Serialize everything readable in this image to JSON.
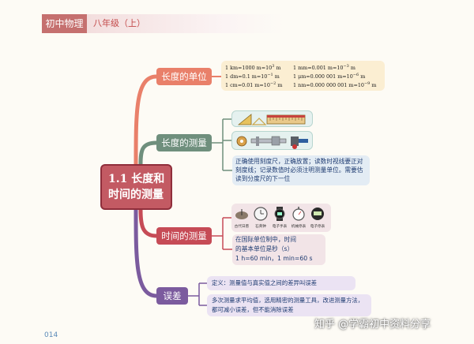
{
  "header": {
    "subject": "初中物理",
    "grade": "八年级（上）"
  },
  "center": {
    "line1": "1.1  长度和",
    "line2": "时间的测量"
  },
  "branches": {
    "unit": {
      "label": "长度的单位",
      "color": "#e9806a"
    },
    "measure": {
      "label": "长度的测量",
      "color": "#6f8f7d"
    },
    "time": {
      "label": "时间的测量",
      "color": "#c64b56"
    },
    "error": {
      "label": "误差",
      "color": "#7b5b9e"
    }
  },
  "units": {
    "r1a": "1 km=1000 m=10",
    "r1a_exp": "3",
    "r1a_u": " m",
    "r1b": "1 mm=0.001 m=10",
    "r1b_exp": "−3",
    "r1b_u": " m",
    "r2a": "1 dm=0.1 m=10",
    "r2a_exp": "−1",
    "r2a_u": " m",
    "r2b": "1 μm=0.000 001 m=10",
    "r2b_exp": "−6",
    "r2b_u": " m",
    "r3a": "1 cm=0.01 m=10",
    "r3a_exp": "−2",
    "r3a_u": " m",
    "r3b": "1 nm=0.000 000 001 m=10",
    "r3b_exp": "−9",
    "r3b_u": " m"
  },
  "measure_text": "正确使用刻度尺，正确放置；读数时视线要正对刻度线；记录数值时必须注明测量单位。需要估读到分度尺的下一位",
  "time": {
    "clocks": [
      "古代日晷",
      "石英钟",
      "电子手表",
      "机械停表",
      "电子停表"
    ],
    "line1": "在国际单位制中，时间",
    "line2": "的基本单位是秒（s）",
    "line3": "1 h=60 min，1 min=60 s"
  },
  "error": {
    "definition": "定义：测量值与真实值之间的差异叫误差",
    "reduce": "多次测量求平均值，选用精密的测量工具，改进测量方法，都可减小误差，但不能消除误差"
  },
  "page_number": "014",
  "watermark": "知乎 @学霸初中资料分享"
}
